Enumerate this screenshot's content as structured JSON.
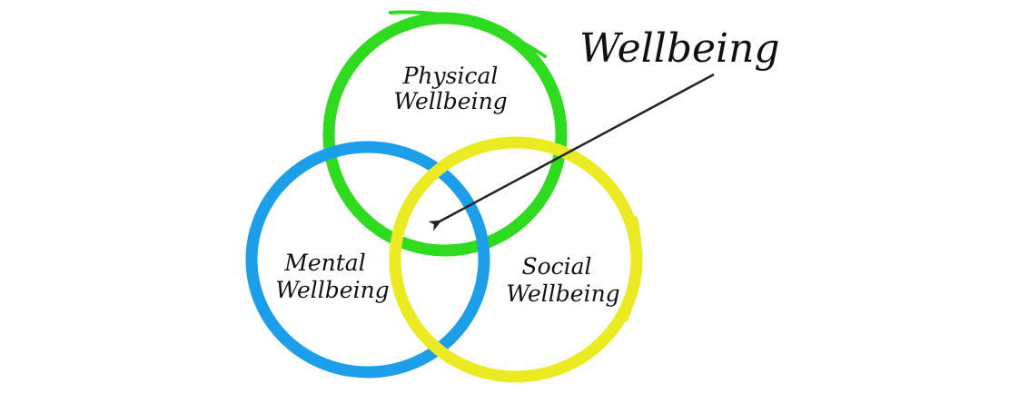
{
  "diagram": {
    "title": "Wellbeing",
    "circles": [
      {
        "line1": "Physical",
        "line2": "Wellbeing",
        "color": "#2edb1e"
      },
      {
        "line1": "Mental",
        "line2": "Wellbeing",
        "color": "#1c9fe8"
      },
      {
        "line1": "Social",
        "line2": "Wellbeing",
        "color": "#ecea22"
      }
    ],
    "arrow_color": "#222222"
  }
}
